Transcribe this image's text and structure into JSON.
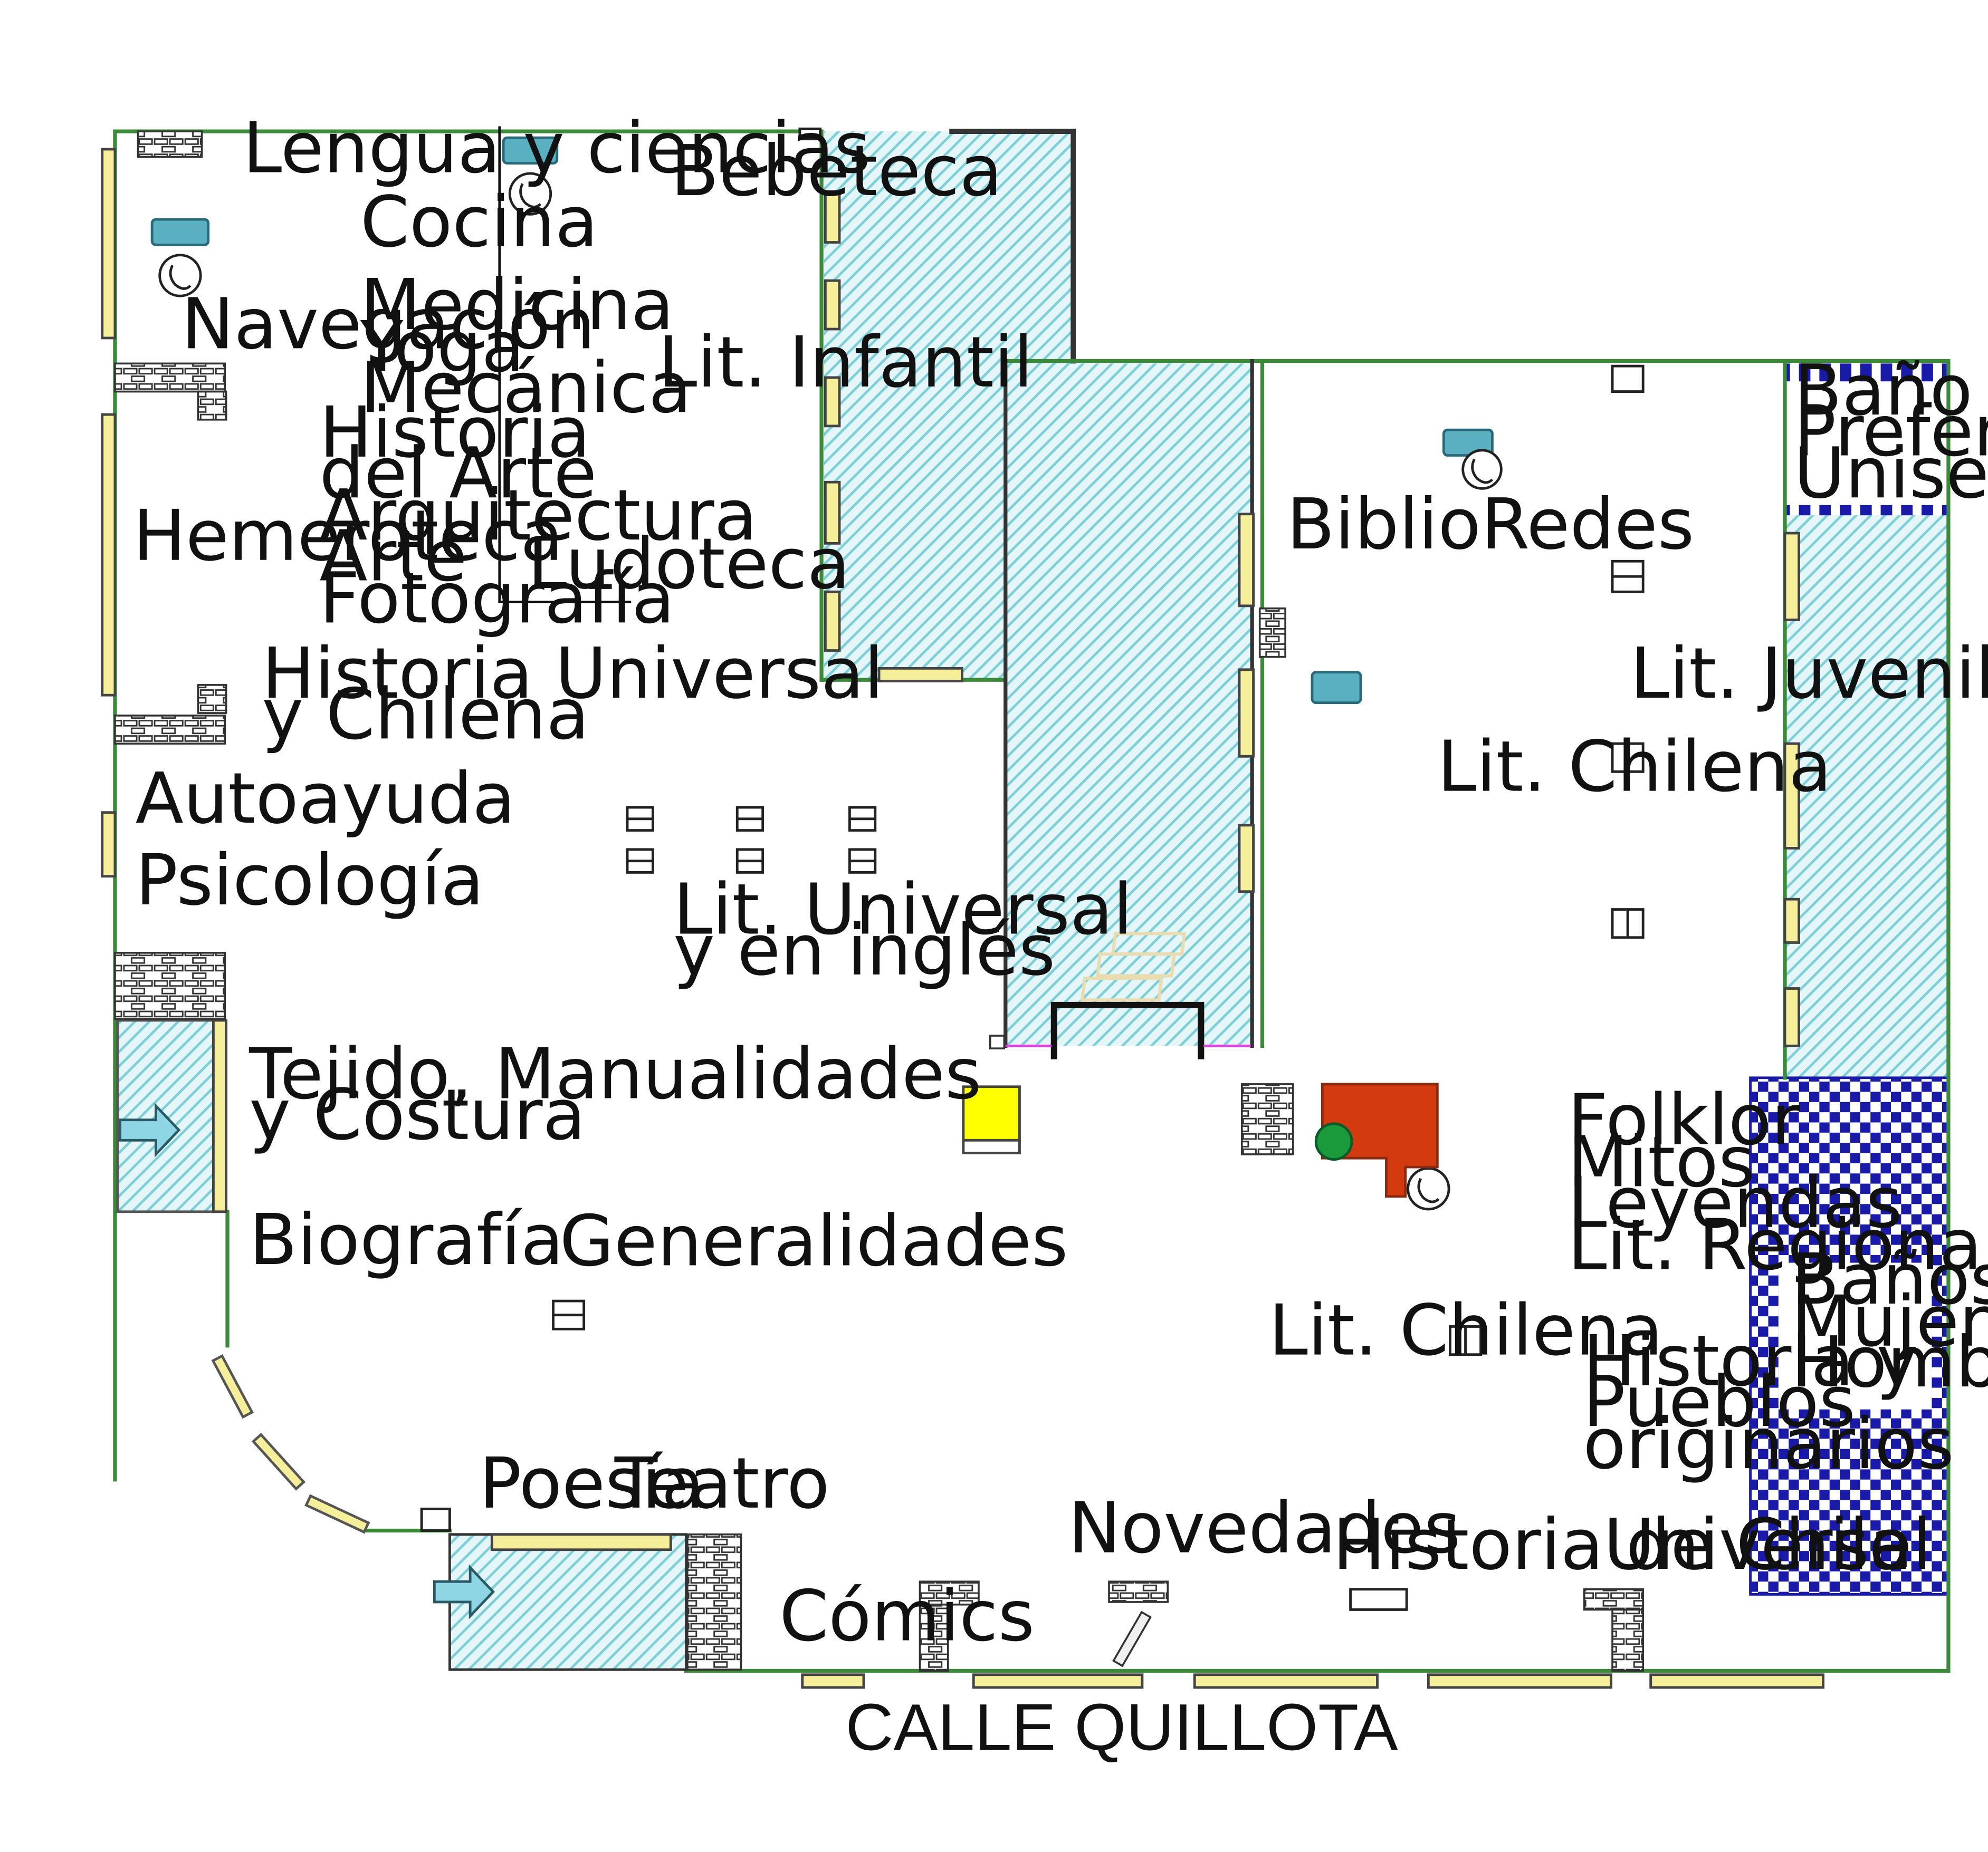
{
  "street": "CALLE QUILLOTA",
  "labels": {
    "lengua": "Lengua y ciencias",
    "cocina": "Cocina",
    "navegacion": "Navegación",
    "medicina": "Medicina",
    "yoga": "Yoga",
    "mecanica": "Mecánica",
    "historia_arte_1": "Historia",
    "historia_arte_2": "del Arte",
    "arquitectura": "Arquitectura",
    "arte": "Arte",
    "fotografia": "Fotografía",
    "hemeroteca": "Hemeroteca",
    "ludoteca": "Ludoteca",
    "bebeteca": "Bebeteca",
    "lit_infantil": "Lit. Infantil",
    "historia_universal_1": "Historia Universal",
    "historia_universal_2": "y Chilena",
    "autoayuda": "Autoayuda",
    "psicologia": "Psicología",
    "lit_universal_1": "Lit. Universal",
    "lit_universal_2": "y en inglés",
    "tejido_1": "Tejido, Manualidades",
    "tejido_2": "y Costura",
    "biografia": "Biografía",
    "generalidades": "Generalidades",
    "poesia": "Poesía",
    "teatro": "Teatro",
    "comics": "Cómics",
    "novedades": "Novedades",
    "historia_chile": "Historia de Chile",
    "universal": "Universal",
    "biblioredes": "BiblioRedes",
    "lit_juvenil": "Lit. Juvenil",
    "lit_chilena_1": "Lit. Chilena",
    "lit_chilena_2": "Lit. Chilena",
    "folklor": "Folklor",
    "mitos": "Mitos",
    "leyendas": "Leyendas",
    "lit_regional": "Lit. Regional",
    "historia_pueblos_1": "Historia y",
    "historia_pueblos_2": "Pueblos",
    "historia_pueblos_3": "originarios",
    "bano_pref_1": "Baño",
    "bano_pref_2": "Preferente",
    "bano_pref_3": "Unisex",
    "banos_1": "Baños",
    "banos_2": "Mujeres",
    "banos_3": "Hombres"
  },
  "colors": {
    "wall": "#3a8a3a",
    "hatch": "#7fcfd8",
    "shelf": "#f5ee9a",
    "desk": "#d43a10",
    "yellow_block": "#ffff00",
    "green_dot": "#1a9a3a",
    "checker": "#1a1aa8",
    "computer": "#5ab0c0"
  },
  "icons": [
    "computer-icon",
    "phone-icon",
    "bookshelf-icon",
    "entrance-arrow-icon",
    "stairs-icon"
  ]
}
